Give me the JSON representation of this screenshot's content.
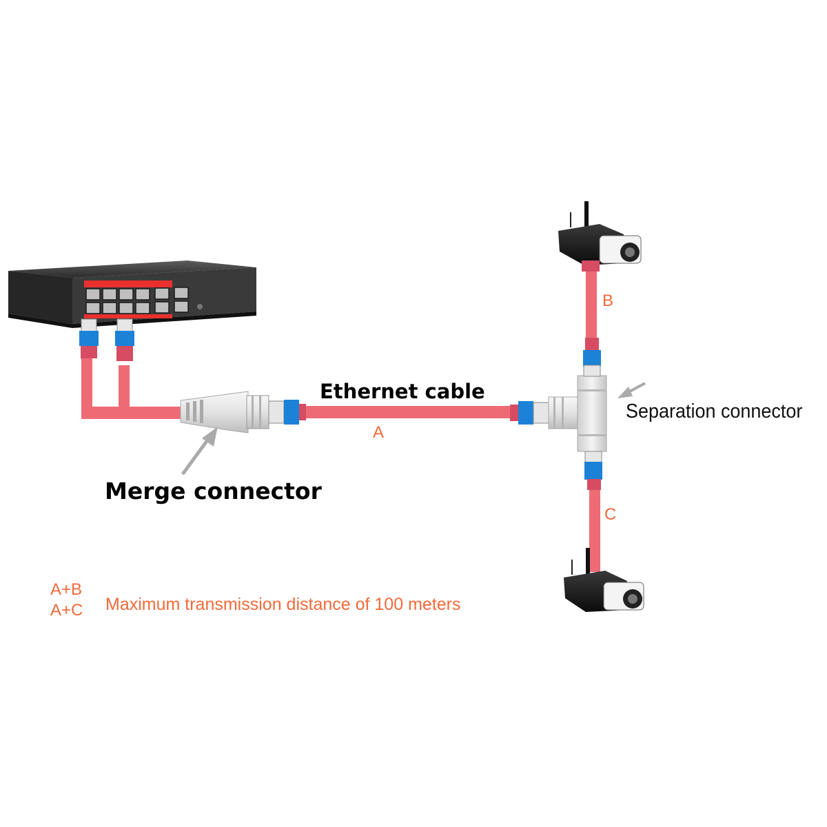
{
  "colors": {
    "cable": "#ee6b76",
    "accent_text": "#f16a3a",
    "connector_blue": "#1b82d8",
    "arrow": "#aaaaaa"
  },
  "labels": {
    "ethernet_cable": "Ethernet cable",
    "merge_connector": "Merge connector",
    "separation_connector": "Separation connector",
    "segment_a": "A",
    "segment_b": "B",
    "segment_c": "C"
  },
  "note": {
    "combo_1": "A+B",
    "combo_2": "A+C",
    "text": "Maximum transmission distance of 100 meters"
  },
  "icons": {
    "switch": "poe-switch-icon",
    "camera": "security-camera-icon",
    "merge": "merge-connector-icon",
    "split": "separation-connector-icon"
  }
}
